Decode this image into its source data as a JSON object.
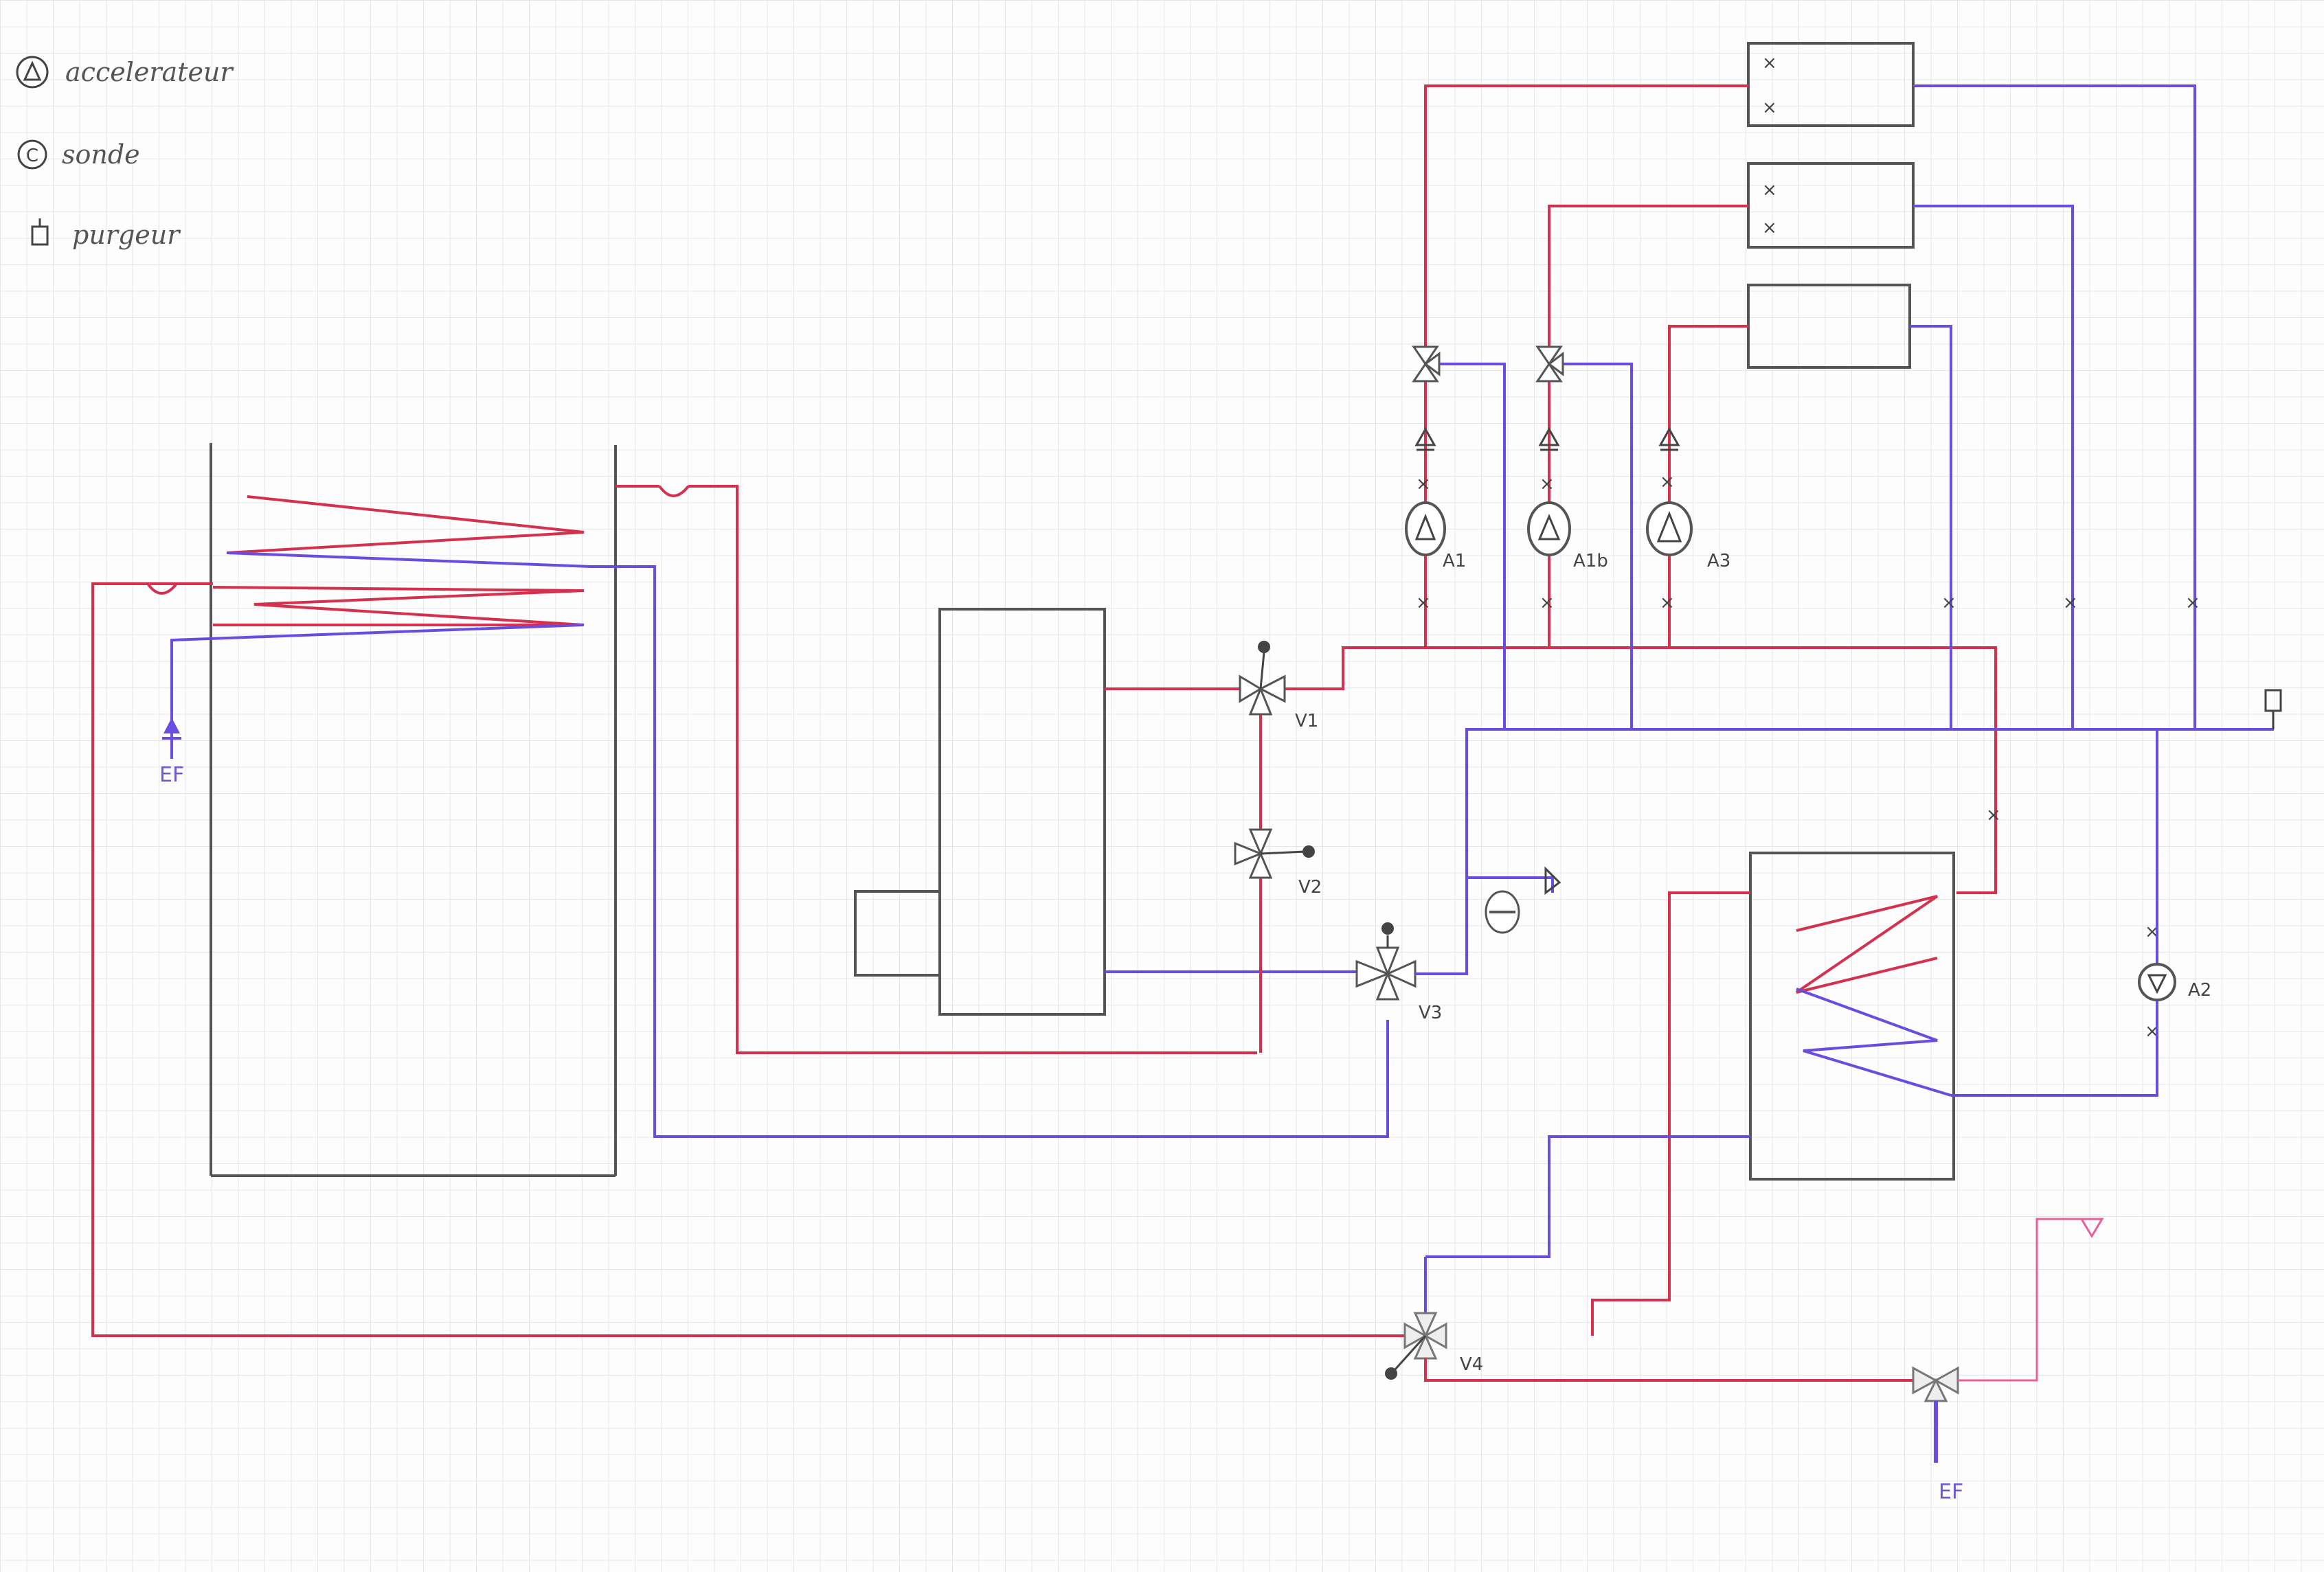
{
  "legend": {
    "accelerateur": "accelerateur",
    "sonde": "sonde",
    "purgeur": "purgeur",
    "symbol_sonde": "C"
  },
  "labels": {
    "ef_left": "EF",
    "ef_bottom": "EF",
    "v1": "V1",
    "v2": "V2",
    "v3": "V3",
    "v4": "V4",
    "a1": "A1",
    "a1b": "A1b",
    "a3": "A3",
    "a2": "A2"
  },
  "colors": {
    "hot_pipe": "#d6304f",
    "cold_pipe": "#6a4de0",
    "grid": "#e3e6ea",
    "equipment": "#555555"
  }
}
